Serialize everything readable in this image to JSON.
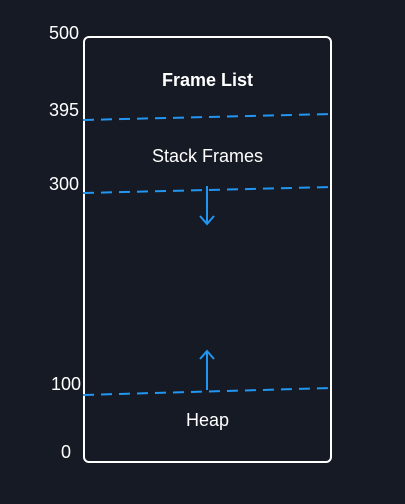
{
  "diagram": {
    "axis_ticks": [
      "500",
      "395",
      "300",
      "100",
      "0"
    ],
    "regions": {
      "title": "Frame List",
      "stack": "Stack Frames",
      "heap": "Heap"
    },
    "growth_directions": {
      "stack": "down",
      "heap": "up"
    },
    "colors": {
      "background": "#151a24",
      "outline": "#ffffff",
      "divider": "#2196f3",
      "text": "#ffffff"
    }
  }
}
